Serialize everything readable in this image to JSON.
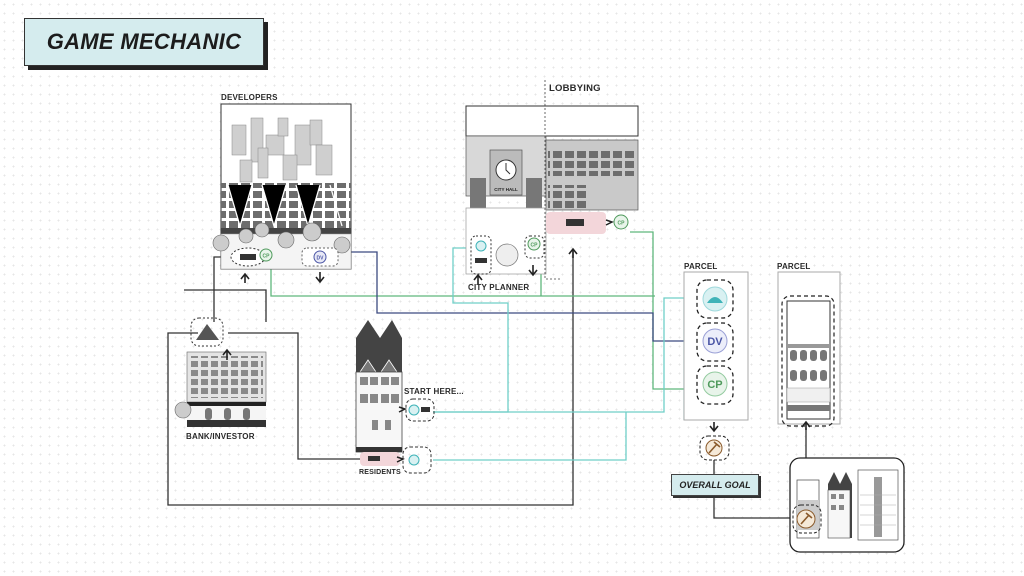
{
  "title": "GAME MECHANIC",
  "labels": {
    "developers": "DEVELOPERS",
    "lobbying": "LOBBYING",
    "city_hall": "CITY HALL",
    "city_planner": "CITY PLANNER",
    "bank_investor": "BANK/INVESTOR",
    "start_here": "START HERE...",
    "residents": "RESIDENTS",
    "parcel_1": "PARCEL",
    "parcel_2": "PARCEL",
    "overall_goal": "OVERALL GOAL"
  },
  "tokens": {
    "dv": "DV",
    "cp": "CP"
  },
  "colors": {
    "title_bg": "#d5ecee",
    "teal_line": "#6fcfc8",
    "green_line": "#5fb67c",
    "navy_line": "#3c4a80",
    "dark_line": "#333333",
    "residents_pink": "#f3d6da",
    "cp_green": "#4f9a5c",
    "dv_blue": "#4b56a6",
    "community_teal": "#3fb3b8",
    "hammer_brown": "#8a5a2b"
  },
  "icons": [
    "money-stack-icon",
    "community-token-icon",
    "developer-token-icon",
    "city-planner-token-icon",
    "hammer-icon",
    "clock-icon",
    "arrow-up-icon",
    "arrow-down-icon",
    "arrow-right-icon"
  ]
}
